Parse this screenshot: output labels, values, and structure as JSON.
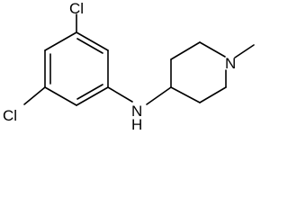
{
  "molecule": {
    "atom_labels": {
      "cl_top": "Cl",
      "cl_bottom": "Cl",
      "amine": "N",
      "amine_h": "H",
      "ring_nitrogen": "N"
    }
  },
  "colors": {
    "bond": "#000000",
    "label": "#000000",
    "background": "#ffffff"
  }
}
